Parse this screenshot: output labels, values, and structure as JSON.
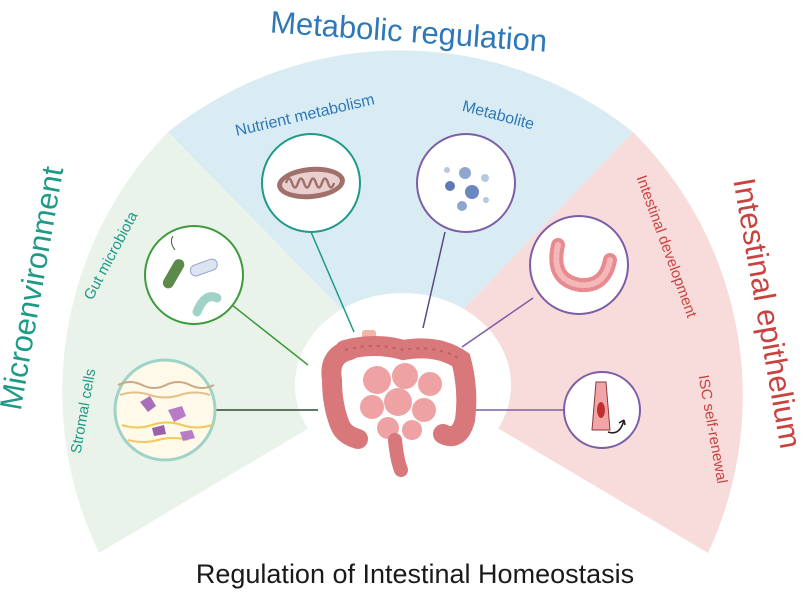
{
  "diagram": {
    "title": "Regulation of Intestinal Homeostasis",
    "sections": {
      "metabolic": {
        "heading": "Metabolic regulation",
        "item1": "Nutrient metabolism",
        "item2": "Metabolite",
        "color": "#2f78b7",
        "bg": "#d9ecf3"
      },
      "microenvironment": {
        "heading": "Microenvironment",
        "item1": "Gut microbiota",
        "item2": "Stromal cells",
        "color": "#1e9a87",
        "bg": "#eaf3ea"
      },
      "epithelium": {
        "heading": "Intestinal epithelium",
        "item1": "Intestinal development",
        "item2": "ISC self-renewal",
        "color": "#c8433f",
        "bg": "#f8dcdc"
      }
    },
    "icons": [
      "mitochondrion-icon",
      "metabolite-icon",
      "bacteria-icon",
      "stromal-cells-icon",
      "intestine-segment-icon",
      "stem-cell-icon",
      "intestine-icon"
    ]
  }
}
